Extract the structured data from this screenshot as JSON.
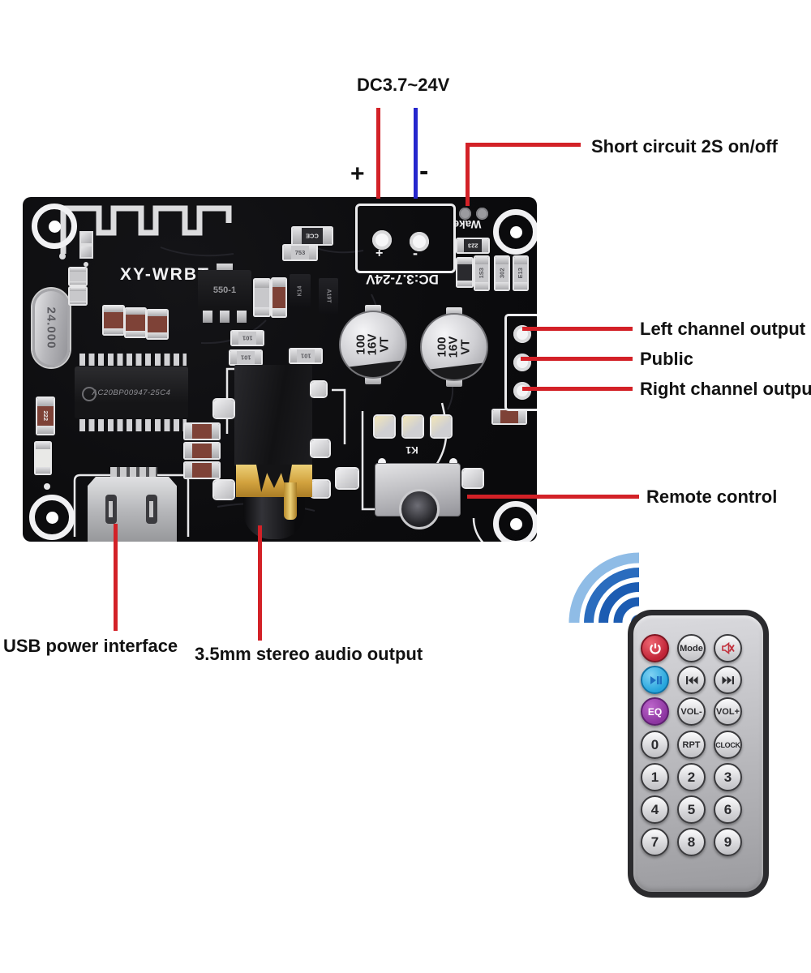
{
  "annotations": {
    "dc": "DC3.7~24V",
    "plus": "+",
    "minus": "-",
    "short_circuit": "Short circuit 2S on/off",
    "left_channel": "Left channel output",
    "public_label": "Public",
    "right_channel": "Right channel output",
    "remote_label": "Remote control",
    "usb_label": "USB power interface",
    "audio_label": "3.5mm stereo audio output"
  },
  "board": {
    "model": "XY-WRBT",
    "crystal": "24.000",
    "chip": "AC20BP00947-25C4",
    "regulator": "550-1",
    "dc_rating": "DC:3.7-24V",
    "wake_label": "Wake",
    "k1_label": "K1",
    "cap_lines": [
      "100",
      "16V",
      "VT"
    ],
    "smd": {
      "cce": "CCE",
      "r753": "753",
      "r101": "101",
      "r223": "223",
      "r222": "222",
      "r1s3": "1S3",
      "r302": "302",
      "re13": "E13",
      "k14": "K14",
      "a19t": "A19T"
    }
  },
  "remote": {
    "buttons": [
      [
        "",
        "Mode",
        ""
      ],
      [
        "",
        "",
        ""
      ],
      [
        "EQ",
        "VOL-",
        "VOL+"
      ],
      [
        "0",
        "RPT",
        "CLOCK"
      ],
      [
        "1",
        "2",
        "3"
      ],
      [
        "4",
        "5",
        "6"
      ],
      [
        "7",
        "8",
        "9"
      ]
    ],
    "icons": {
      "power": "power-symbol",
      "mute": "speaker-crossed",
      "play_pause": "play-pause",
      "previous": "skip-back",
      "next": "skip-forward",
      "signal": "wireless-arcs"
    }
  },
  "colors": {
    "annotation_red": "#d32127",
    "annotation_blue": "#2526cd",
    "board_black": "#0c0c0e",
    "power_red": "#c02336",
    "play_blue": "#27a5dd",
    "eq_purple": "#8c35a0",
    "ir_light_blue": "#8fbce6",
    "ir_dark_blue": "#1c5cb2"
  }
}
